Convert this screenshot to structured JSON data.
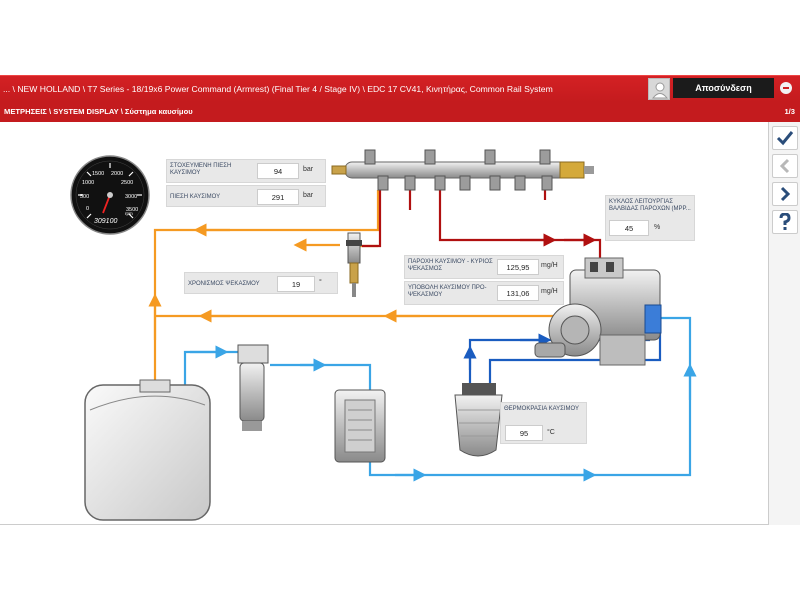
{
  "header": {
    "title": "... \\ NEW HOLLAND \\ T7 Series - 18/19x6 Power Command (Armrest) (Final Tier 4 / Stage IV) \\ EDC 17 CV41, Κινητήρας, Common Rail System",
    "logout_label": "Αποσύνδεση"
  },
  "subheader": {
    "breadcrumb": "ΜΕΤΡΗΣΕΙΣ \\ SYSTEM DISPLAY \\ Σύστημα καυσίμου",
    "page": "1/3"
  },
  "gauge": {
    "ticks": [
      "500",
      "1000",
      "1500",
      "2000",
      "2500",
      "3000",
      "3500",
      "0"
    ],
    "unit": "rpm",
    "counter": "309100"
  },
  "params": {
    "target_pressure": {
      "label": "ΣΤΟΧΕΥΜΕΝΗ ΠΙΕΣΗ ΚΑΥΣΙΜΟΥ",
      "value": "94",
      "unit": "bar"
    },
    "fuel_pressure": {
      "label": "ΠΙΕΣΗ ΚΑΥΣΙΜΟΥ",
      "value": "291",
      "unit": "bar"
    },
    "injection_time": {
      "label": "ΧΡΟΝΙΣΜΟΣ ΨΕΚΑΣΜΟΥ",
      "value": "19",
      "unit": "°"
    },
    "fuel_flow_main": {
      "label": "ΠΑΡΟΧΗ ΚΑΥΣΙΜΟΥ - ΚΥΡΙΟΣ ΨΕΚΑΣΜΟΣ",
      "value": "125,95",
      "unit": "mg/H"
    },
    "fuel_flow_pre": {
      "label": "ΥΠΟΒΟΛΗ ΚΑΥΣΙΜΟΥ ΠΡΟ-ΨΕΚΑΣΜΟΥ",
      "value": "131,06",
      "unit": "mg/H"
    },
    "valve_duty": {
      "label": "ΚΥΚΛΟΣ ΛΕΙΤΟΥΡΓΙΑΣ ΒΑΛΒΙΔΑΣ ΠΑΡΟΧΩΝ (ΜΡΡ...",
      "value": "45",
      "unit": "%"
    },
    "fuel_temp": {
      "label": "ΘΕΡΜΟΚΡΑΣΙΑ ΚΑΥΣΙΜΟΥ",
      "value": "95",
      "unit": "°C"
    }
  },
  "colors": {
    "header_red": "#c41b1e",
    "orange_line": "#f59a22",
    "red_line": "#b01010",
    "light_blue_line": "#3aa5e6",
    "dark_blue_line": "#1a5cc0",
    "label_text": "#3b4a63",
    "nav_blue": "#2a4d7a"
  },
  "icons": {
    "confirm": "check-icon",
    "back": "chevron-left-icon",
    "forward": "chevron-right-icon",
    "help": "question-icon",
    "user": "user-icon",
    "close": "close-icon"
  }
}
